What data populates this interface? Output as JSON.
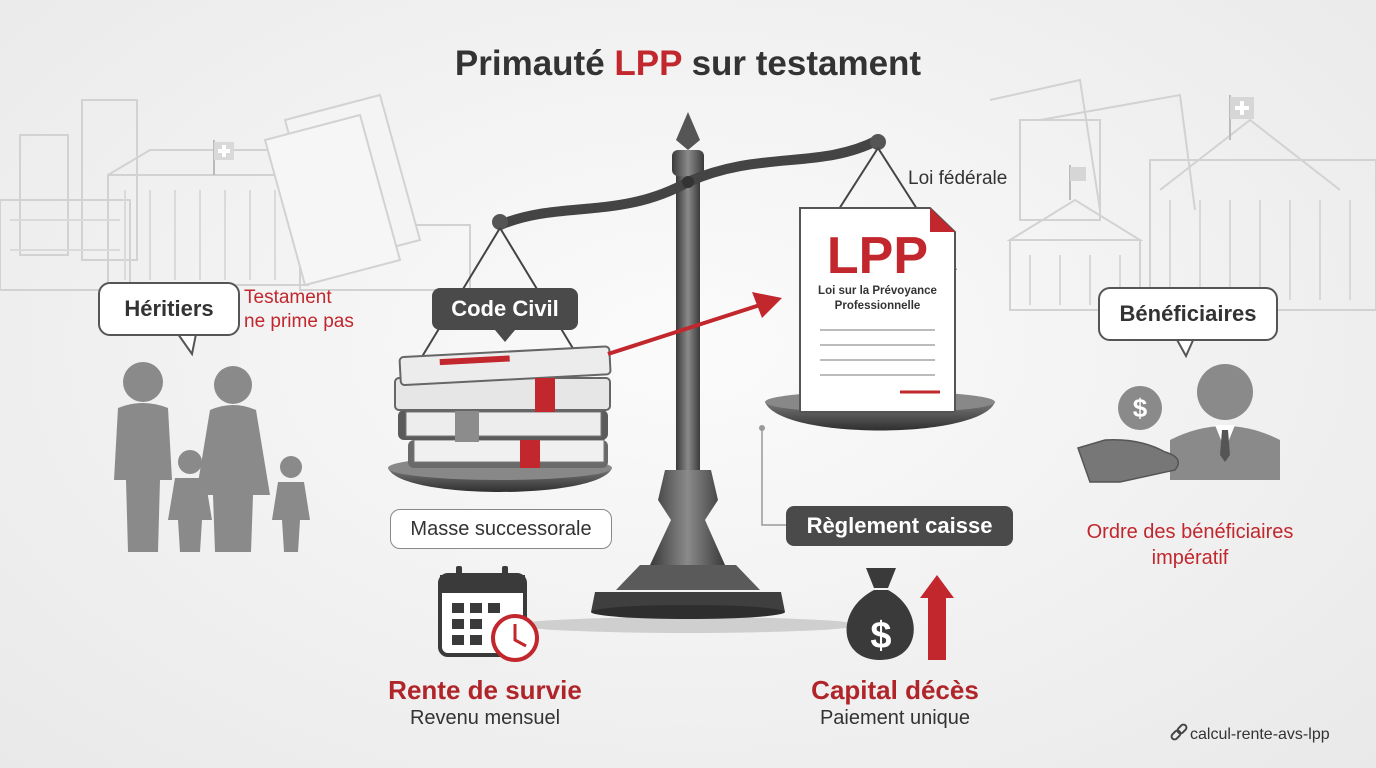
{
  "title": {
    "main": "Primauté ",
    "accent": "LPP",
    "rest": " sur testament"
  },
  "left": {
    "bubble": "Héritiers",
    "note_line1": "Testament",
    "note_line2": "ne prime pas"
  },
  "scale_left": {
    "tag": "Code Civil",
    "base_label": "Masse successorale"
  },
  "scale_right": {
    "top_label": "Loi fédérale",
    "doc_title": "LPP",
    "doc_sub1": "Loi sur la Prévoyance",
    "doc_sub2": "Professionnelle",
    "tag": "Règlement caisse"
  },
  "right": {
    "bubble": "Bénéficiaires",
    "note_line1": "Ordre des bénéficiaires",
    "note_line2": "impératif"
  },
  "bottom_left": {
    "title": "Rente de survie",
    "sub": "Revenu mensuel"
  },
  "bottom_right": {
    "title": "Capital décès",
    "sub": "Paiement unique"
  },
  "footer": {
    "link": "calcul-rente-avs-lpp"
  },
  "colors": {
    "accent": "#c1272d",
    "dark": "#4a4a4a",
    "icon_gray": "#8a8a8a"
  },
  "icons": [
    "family-icon",
    "scale-icon",
    "books-icon",
    "document-icon",
    "calendar-clock-icon",
    "money-bag-icon",
    "beneficiary-icon",
    "link-icon",
    "swiss-flag-icon"
  ]
}
